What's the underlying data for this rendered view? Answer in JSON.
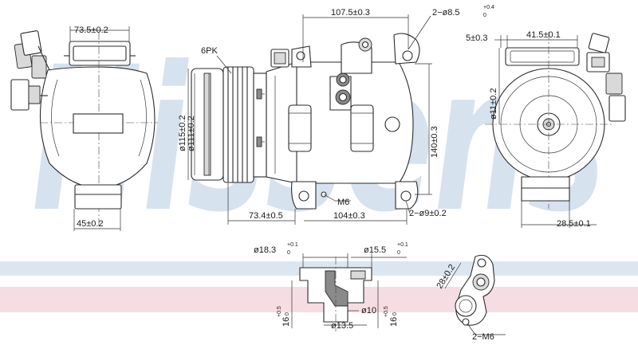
{
  "watermark": {
    "text": "Nissens",
    "color": "#c9d8ea",
    "stripe_colors": [
      "#dbe6f1",
      "#f6dde3"
    ]
  },
  "dimensions": {
    "top_width_left": "73.5±0.2",
    "body_length": "107.5±0.3",
    "mount_holes_top": "2−ø8.5",
    "mount_holes_top_tol": "+0.4",
    "mount_holes_top_tol2": "0",
    "groove": "6PK",
    "dia_115": "ø115±0.2",
    "dia_111": "ø111±0.2",
    "height_140": "140±0.3",
    "port_m6": "M6",
    "len_73_4": "73.4±0.5",
    "len_104": "104±0.3",
    "mount_holes_bottom": "2−ø9±0.2",
    "bottom_left_45": "45±0.2",
    "right_5": "5±0.3",
    "right_41_5": "41.5±0.1",
    "right_dia_11": "ø11±0.2",
    "right_28_5": "28.5±0.1",
    "fit_dia_18_3": "ø18.3",
    "fit_dia_18_3_tol": "+0.1",
    "fit_dia_18_3_tol2": "0",
    "fit_dia_15_5": "ø15.5",
    "fit_dia_15_5_tol": "+0.1",
    "fit_dia_15_5_tol2": "0",
    "fit_dia_10": "ø10",
    "fit_dia_13_5": "ø13.5",
    "fit_h16_left": "16",
    "fit_h16_left_tol": "+0.5",
    "fit_h16_left_tol2": "0",
    "fit_h16_right": "16",
    "fit_h16_right_tol": "+0.5",
    "fit_h16_right_tol2": "0",
    "flange_28": "28±0.2",
    "flange_m6": "2−M6"
  }
}
